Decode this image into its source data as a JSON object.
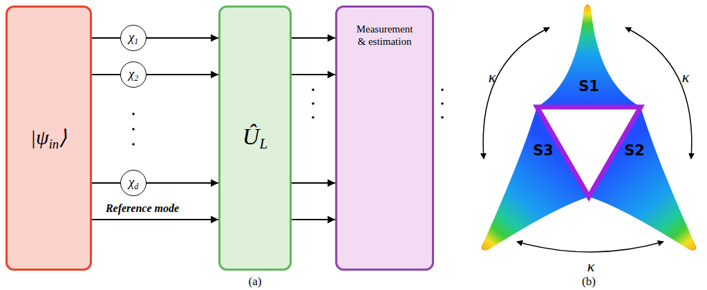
{
  "diagram": {
    "nodes": [
      {
        "text": [
          "|ψin⟩"
        ]
      },
      {
        "text": [
          "χ1"
        ]
      },
      {
        "text": [
          "χ2"
        ]
      },
      {
        "text": [
          "χd"
        ]
      },
      {
        "text": [
          "ÛL"
        ]
      },
      {
        "text": [
          "Measurement & estimation"
        ]
      }
    ],
    "edges": [
      {
        "from": 0,
        "to": 1,
        "arrow": "none"
      },
      {
        "from": 0,
        "to": 2,
        "arrow": "none"
      },
      {
        "from": 0,
        "to": 3,
        "arrow": "none"
      },
      {
        "from": 1,
        "to": 4,
        "arrow": "to"
      },
      {
        "from": 2,
        "to": 4,
        "arrow": "to"
      },
      {
        "from": 3,
        "to": 4,
        "arrow": "to"
      },
      {
        "from": 0,
        "to": 4,
        "label": "Reference mode",
        "arrow": "to"
      },
      {
        "from": 4,
        "to": 5,
        "arrow": "to"
      },
      {
        "from": 4,
        "to": 5,
        "arrow": "to"
      },
      {
        "from": 4,
        "to": 5,
        "arrow": "to"
      },
      {
        "from": 4,
        "to": 5,
        "arrow": "to"
      }
    ],
    "labels": [
      "S1",
      "S2",
      "S3",
      "κ",
      "κ",
      "κ",
      "(a)",
      "(b)"
    ]
  }
}
